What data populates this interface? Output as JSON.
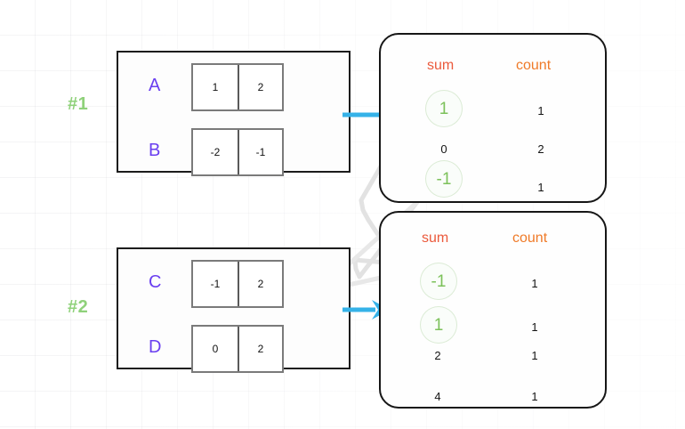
{
  "diagram": {
    "title": "shuffle-aggregate-diagram",
    "colors": {
      "group_label": "#8fd17a",
      "row_letter": "#6a3ff0",
      "header_sum": "#eb5a3c",
      "header_count": "#ef7a28",
      "highlight": "#7cc15a",
      "arrow": "#35b2e8",
      "box_border": "#1c1c1c",
      "cell_border": "#7a7a7a"
    },
    "groups": [
      {
        "label": "#1",
        "rows": [
          {
            "name": "A",
            "cells": [
              "1",
              "2"
            ]
          },
          {
            "name": "B",
            "cells": [
              "-2",
              "-1"
            ]
          }
        ]
      },
      {
        "label": "#2",
        "rows": [
          {
            "name": "C",
            "cells": [
              "-1",
              "2"
            ]
          },
          {
            "name": "D",
            "cells": [
              "0",
              "2"
            ]
          }
        ]
      }
    ],
    "tables": [
      {
        "name": "aggregate-table-1",
        "headers": {
          "sum": "sum",
          "count": "count"
        },
        "rows": [
          {
            "sum": "1",
            "count": "1",
            "highlight": true
          },
          {
            "sum": "0",
            "count": "2",
            "highlight": false
          },
          {
            "sum": "-1",
            "count": "1",
            "highlight": true
          }
        ]
      },
      {
        "name": "aggregate-table-2",
        "headers": {
          "sum": "sum",
          "count": "count"
        },
        "rows": [
          {
            "sum": "-1",
            "count": "1",
            "highlight": true
          },
          {
            "sum": "1",
            "count": "1",
            "highlight": true
          },
          {
            "sum": "2",
            "count": "1",
            "highlight": false
          },
          {
            "sum": "4",
            "count": "1",
            "highlight": false
          }
        ]
      }
    ],
    "arrows": [
      {
        "name": "arrow-group1-to-table1"
      },
      {
        "name": "arrow-group2-to-table2"
      }
    ],
    "connectors": [
      {
        "name": "connector-t1sum1-to-t2sum1"
      },
      {
        "name": "connector-t1sumneg1-to-t2sumneg1"
      }
    ]
  }
}
